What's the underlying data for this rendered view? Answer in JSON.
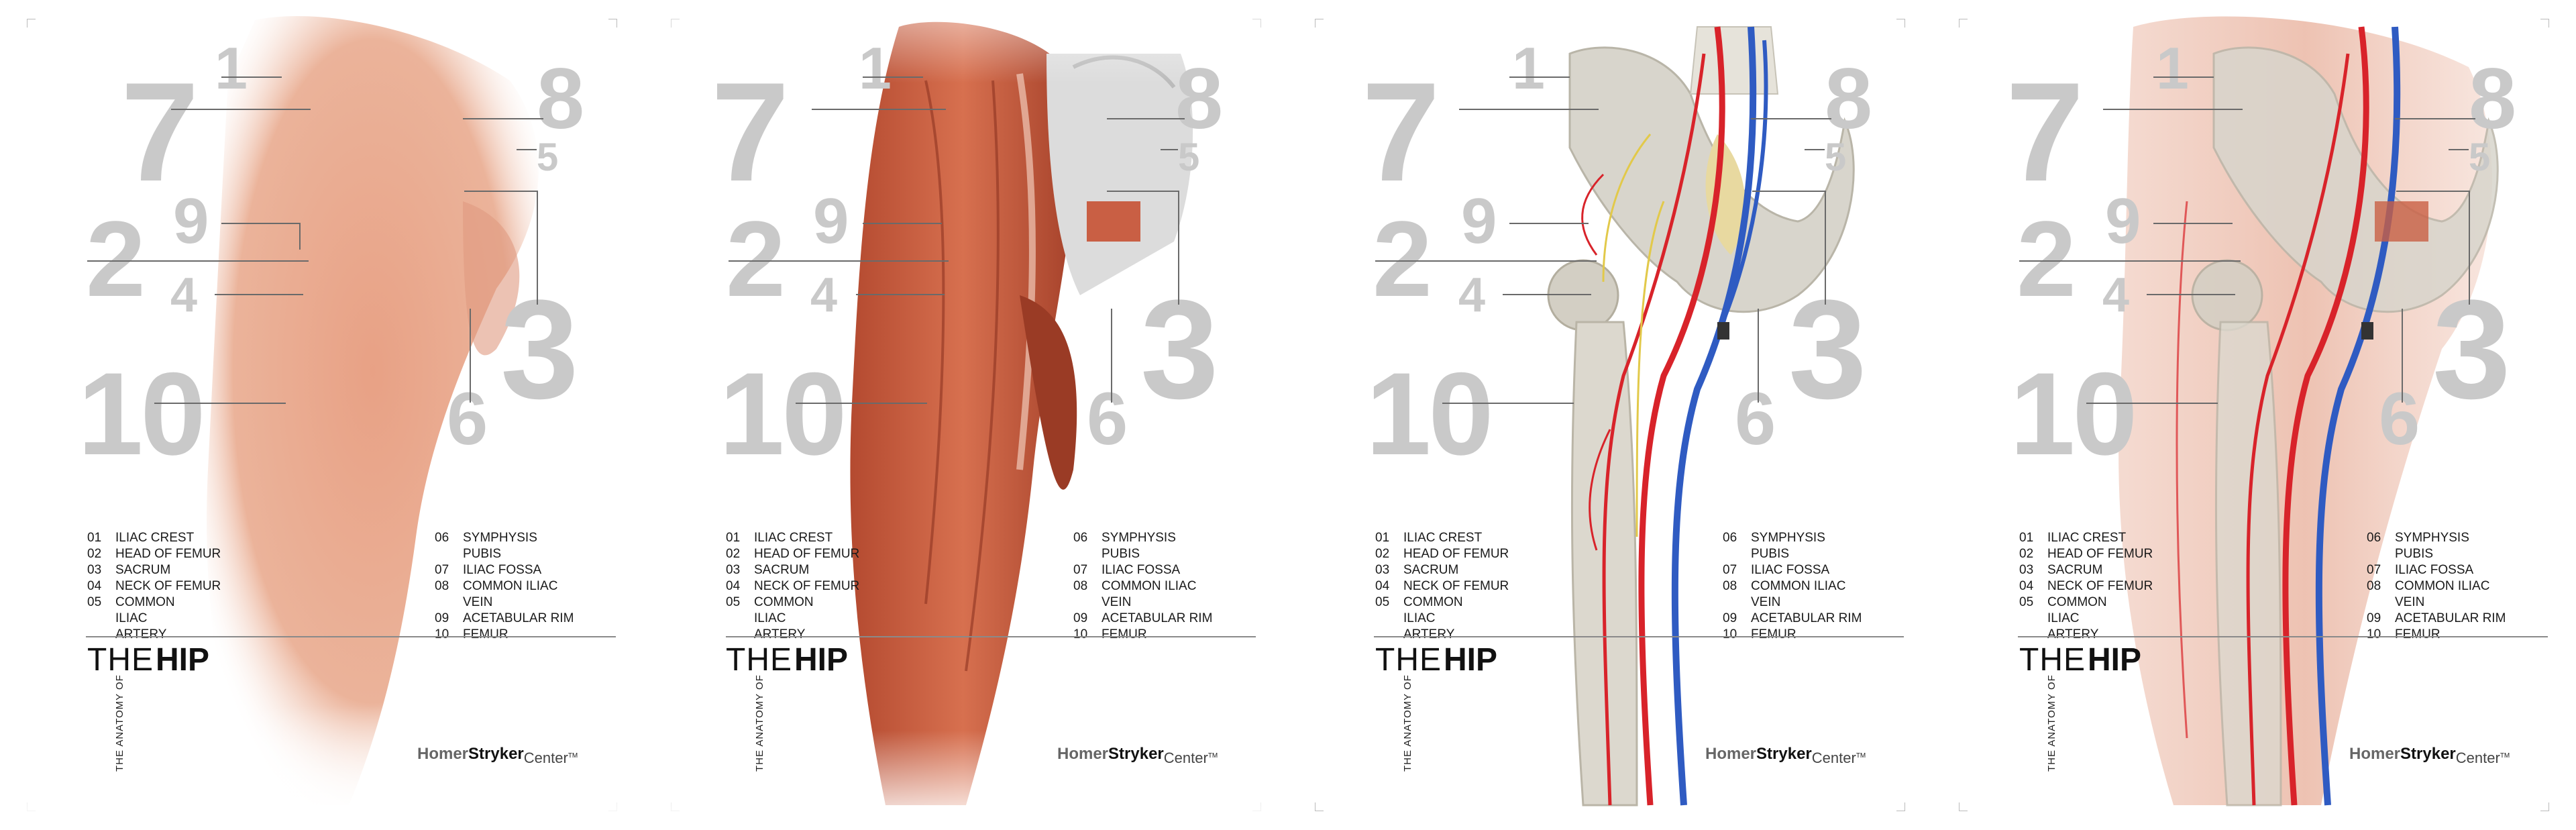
{
  "colors": {
    "numeral": "#c9c9c9",
    "leader": "#6a6a6a",
    "skin": "#e8a185",
    "muscle": "#c65a3d",
    "bone": "#d8d5cc",
    "artery": "#d8232a",
    "vein": "#2f5bc2",
    "nerve": "#e2c94a"
  },
  "big_numbers": [
    "1",
    "2",
    "3",
    "4",
    "5",
    "6",
    "7",
    "8",
    "9",
    "10"
  ],
  "legend_left": [
    {
      "num": "01",
      "text": "ILIAC CREST"
    },
    {
      "num": "02",
      "text": "HEAD OF FEMUR"
    },
    {
      "num": "03",
      "text": "SACRUM"
    },
    {
      "num": "04",
      "text": "NECK OF FEMUR"
    },
    {
      "num": "05",
      "text": "COMMON ILIAC ARTERY"
    }
  ],
  "legend_right": [
    {
      "num": "06",
      "text": "SYMPHYSIS PUBIS"
    },
    {
      "num": "07",
      "text": "ILIAC FOSSA"
    },
    {
      "num": "08",
      "text": "COMMON ILIAC VEIN"
    },
    {
      "num": "09",
      "text": "ACETABULAR RIM"
    },
    {
      "num": "10",
      "text": "FEMUR"
    }
  ],
  "title_the": "THE",
  "title_hip": "HIP",
  "vertical_label": "THE ANATOMY OF",
  "brand": {
    "part1": "Homer",
    "part2": "Stryker",
    "part3": "Center",
    "tm": "TM"
  },
  "panels": [
    {
      "layer": "skin"
    },
    {
      "layer": "muscle"
    },
    {
      "layer": "skeleton-vessels"
    },
    {
      "layer": "composite"
    }
  ]
}
